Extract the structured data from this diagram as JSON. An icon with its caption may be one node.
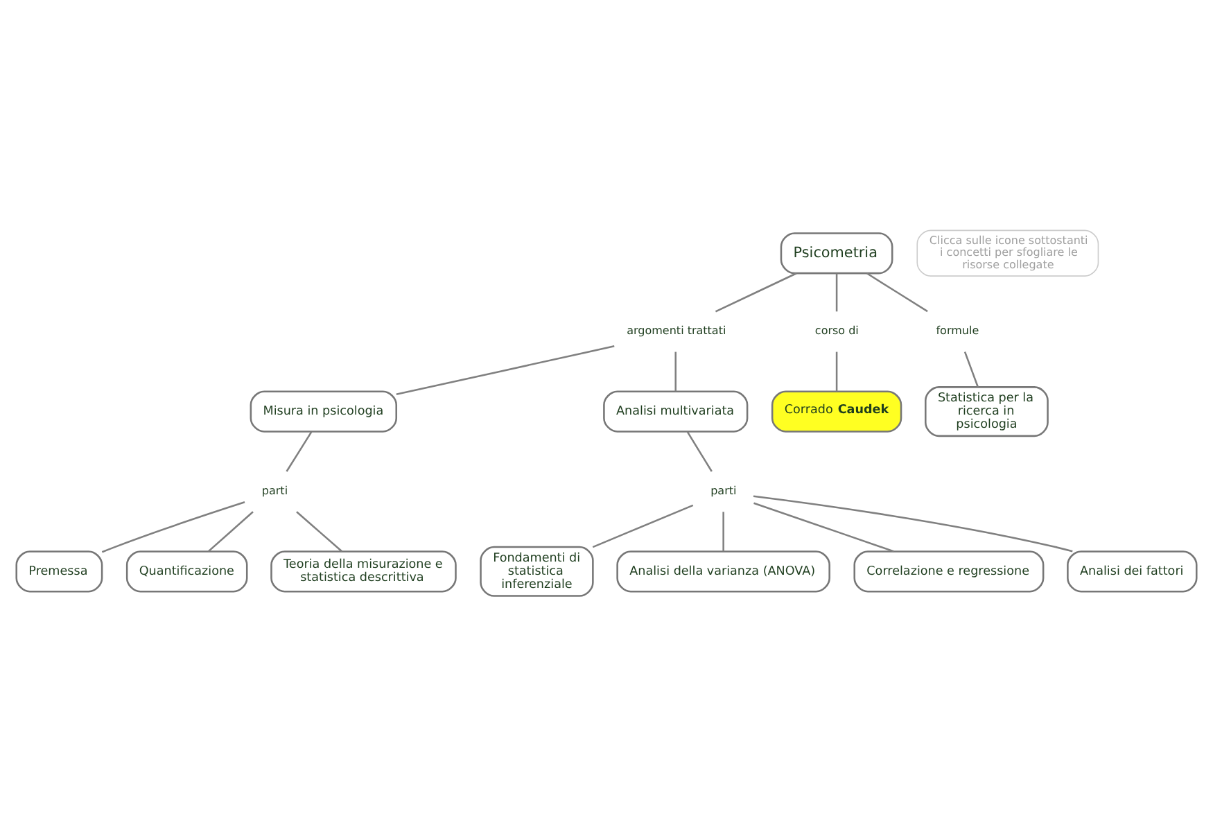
{
  "diagram": {
    "nodes": [
      {
        "text": [
          "Psicometria"
        ]
      },
      {
        "text": [
          "argomenti trattati"
        ]
      },
      {
        "text": [
          "corso di"
        ]
      },
      {
        "text": [
          "formule"
        ]
      },
      {
        "text": [
          "Clicca sulle icone sottostanti i concetti per sfogliare le risorse collegate"
        ]
      },
      {
        "text": [
          "Misura in psicologia"
        ]
      },
      {
        "text": [
          "Analisi multivariata"
        ]
      },
      {
        "text": [
          "Corrado **Caudek**"
        ]
      },
      {
        "text": [
          "parti"
        ]
      },
      {
        "text": [
          "Statistica per la ricerca in psicologia"
        ]
      },
      {
        "text": [
          "parti"
        ]
      },
      {
        "text": [
          "Premessa"
        ]
      },
      {
        "text": [
          "Fondamenti di statistica inferenziale"
        ]
      },
      {
        "text": [
          "Quantificazione"
        ]
      },
      {
        "text": [
          "Analisi della varianza (ANOVA)"
        ]
      },
      {
        "text": [
          "Teoria della misurazione e statistica descrittiva"
        ]
      },
      {
        "text": [
          "Correlazione e regressione"
        ]
      },
      {
        "text": [
          "Analisi dei fattori"
        ]
      }
    ],
    "edges": [
      {
        "from": 0,
        "to": 1,
        "arrow": "none"
      },
      {
        "from": 1,
        "to": 5,
        "arrow": "none"
      },
      {
        "from": 1,
        "to": 6,
        "arrow": "none"
      },
      {
        "from": 0,
        "to": 2,
        "arrow": "none"
      },
      {
        "from": 2,
        "to": 7,
        "arrow": "none"
      },
      {
        "from": 0,
        "to": 3,
        "arrow": "none"
      },
      {
        "from": 3,
        "to": 9,
        "arrow": "none"
      },
      {
        "from": 5,
        "to": 8,
        "arrow": "none"
      },
      {
        "from": 8,
        "to": 11,
        "arrow": "none"
      },
      {
        "from": 8,
        "to": 13,
        "arrow": "none"
      },
      {
        "from": 8,
        "to": 15,
        "arrow": "none"
      },
      {
        "from": 6,
        "to": 10,
        "arrow": "none"
      },
      {
        "from": 10,
        "to": 12,
        "arrow": "none"
      },
      {
        "from": 10,
        "to": 16,
        "arrow": "none"
      },
      {
        "from": 10,
        "to": 17,
        "arrow": "none"
      },
      {
        "from": 10,
        "to": 14,
        "arrow": "none"
      }
    ]
  }
}
